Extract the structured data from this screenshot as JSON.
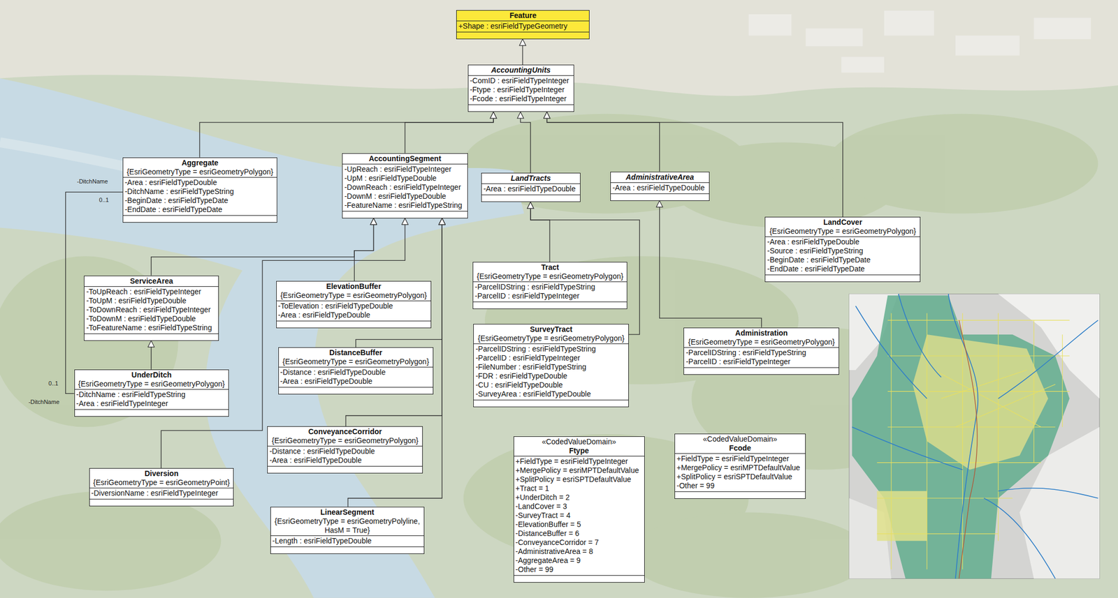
{
  "diagram": {
    "nodes": [
      {
        "text": [
          "Feature",
          "+Shape : esriFieldTypeGeometry"
        ]
      },
      {
        "text": [
          "AccountingUnits",
          "-ComID : esriFieldTypeInteger",
          "-Ftype : esriFieldTypeInteger",
          "-Fcode : esriFieldTypeInteger"
        ]
      },
      {
        "text": [
          "Aggregate",
          "{EsriGeometryType = esriGeometryPolygon}",
          "-Area : esriFieldTypeDouble",
          "-DitchName : esriFieldTypeString",
          "-BeginDate : esriFieldTypeDate",
          "-EndDate : esriFieldTypeDate"
        ]
      },
      {
        "text": [
          "AccountingSegment",
          "-UpReach : esriFieldTypeInteger",
          "-UpM : esriFieldTypeDouble",
          "-DownReach : esriFieldTypeInteger",
          "-DownM : esriFieldTypeDouble",
          "-FeatureName : esriFieldTypeString"
        ]
      },
      {
        "text": [
          "LandTracts",
          "-Area : esriFieldTypeDouble"
        ]
      },
      {
        "text": [
          "AdministrativeArea",
          "-Area : esriFieldTypeDouble"
        ]
      },
      {
        "text": [
          "LandCover",
          "{EsriGeometryType = esriGeometryPolygon}",
          "-Area : esriFieldTypeDouble",
          "-Source : esriFieldTypeString",
          "-BeginDate : esriFieldTypeDate",
          "-EndDate : esriFieldTypeDate"
        ]
      },
      {
        "text": [
          "ServiceArea",
          "-ToUpReach : esriFieldTypeInteger",
          "-ToUpM : esriFieldTypeDouble",
          "-ToDownReach : esriFieldTypeInteger",
          "-ToDownM : esriFieldTypeDouble",
          "-ToFeatureName : esriFieldTypeString"
        ]
      },
      {
        "text": [
          "ElevationBuffer",
          "{EsriGeometryType = esriGeometryPolygon}",
          "-ToElevation : esriFieldTypeDouble",
          "-Area : esriFieldTypeDouble"
        ]
      },
      {
        "text": [
          "Tract",
          "{EsriGeometryType = esriGeometryPolygon}",
          "-ParcelIDString : esriFieldTypeString",
          "-ParcelID : esriFieldTypeInteger"
        ]
      },
      {
        "text": [
          "SurveyTract",
          "{EsriGeometryType = esriGeometryPolygon}",
          "-ParcelIDString : esriFieldTypeString",
          "-ParcelID : esriFieldTypeInteger",
          "-FileNumber : esriFieldTypeString",
          "-FDR : esriFieldTypeDouble",
          "-CU : esriFieldTypeDouble",
          "-SurveyArea : esriFieldTypeDouble"
        ]
      },
      {
        "text": [
          "Administration",
          "{EsriGeometryType = esriGeometryPolygon}",
          "-ParcelIDString : esriFieldTypeString",
          "-ParcelID : esriFieldTypeInteger"
        ]
      },
      {
        "text": [
          "DistanceBuffer",
          "{EsriGeometryType = esriGeometryPolygon}",
          "-Distance : esriFieldTypeDouble",
          "-Area : esriFieldTypeDouble"
        ]
      },
      {
        "text": [
          "UnderDitch",
          "{EsriGeometryType = esriGeometryPolygon}",
          "-DitchName : esriFieldTypeString",
          "-Area : esriFieldTypeInteger"
        ]
      },
      {
        "text": [
          "ConveyanceCorridor",
          "{EsriGeometryType = esriGeometryPolygon}",
          "-Distance : esriFieldTypeDouble",
          "-Area : esriFieldTypeDouble"
        ]
      },
      {
        "text": [
          "Diversion",
          "{EsriGeometryType = esriGeometryPoint}",
          "-DiversionName : esriFieldTypeInteger"
        ]
      },
      {
        "text": [
          "«CodedValueDomain»",
          "Ftype",
          "+FieldType = esriFieldTypeInteger",
          "+MergePolicy = esriMPTDefaultValue",
          "+SplitPolicy = esriSPTDefaultValue",
          "+Tract = 1",
          "+UnderDitch = 2",
          "-LandCover = 3",
          "-SurveyTract = 4",
          "-ElevationBuffer = 5",
          "-DistanceBuffer = 6",
          "-ConveyanceCorridor = 7",
          "-AdministrativeArea = 8",
          "-AggregateArea = 9",
          "-Other = 99"
        ]
      },
      {
        "text": [
          "«CodedValueDomain»",
          "Fcode",
          "+FieldType = esriFieldTypeInteger",
          "+MergePolicy = esriMPTDefaultValue",
          "+SplitPolicy = esriSPTDefaultValue",
          "-Other = 99"
        ]
      },
      {
        "text": [
          "LinearSegment",
          "{EsriGeometryType = esriGeometryPolyline, HasM = True}",
          "-Length : esriFieldTypeDouble"
        ]
      }
    ],
    "edges": [
      {
        "from": 1,
        "to": 0,
        "arrow": "to"
      },
      {
        "from": 2,
        "to": 1,
        "arrow": "to"
      },
      {
        "from": 3,
        "to": 1,
        "arrow": "to"
      },
      {
        "from": 4,
        "to": 1,
        "arrow": "to"
      },
      {
        "from": 5,
        "to": 1,
        "arrow": "to"
      },
      {
        "from": 6,
        "to": 1,
        "arrow": "to"
      },
      {
        "from": 7,
        "to": 3,
        "arrow": "to"
      },
      {
        "from": 8,
        "to": 3,
        "arrow": "to"
      },
      {
        "from": 12,
        "to": 3,
        "arrow": "to"
      },
      {
        "from": 14,
        "to": 3,
        "arrow": "to"
      },
      {
        "from": 18,
        "to": 3,
        "arrow": "to"
      },
      {
        "from": 15,
        "to": 3,
        "arrow": "to"
      },
      {
        "from": 9,
        "to": 4,
        "arrow": "to"
      },
      {
        "from": 10,
        "to": 4,
        "arrow": "to"
      },
      {
        "from": 11,
        "to": 5,
        "arrow": "to"
      },
      {
        "from": 13,
        "to": 7,
        "arrow": "to"
      },
      {
        "from": 2,
        "to": 13,
        "arrow": "none"
      }
    ],
    "labels": [
      "-DitchName",
      "0..1",
      "0..1",
      "-DitchName"
    ]
  }
}
